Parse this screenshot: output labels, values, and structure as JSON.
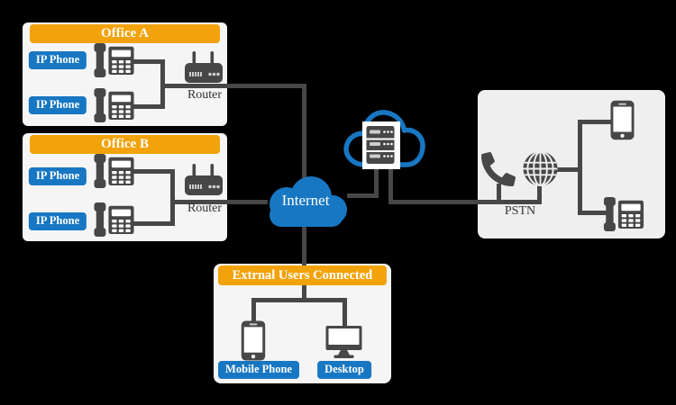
{
  "diagram": {
    "office_a": {
      "title": "Office A",
      "phone_labels": [
        "IP Phone",
        "IP Phone"
      ],
      "router_label": "Router"
    },
    "office_b": {
      "title": "Office B",
      "phone_labels": [
        "IP Phone",
        "IP Phone"
      ],
      "router_label": "Router"
    },
    "internet_label": "Internet",
    "pstn_label": "PSTN",
    "external": {
      "title": "Extrnal Users Connected",
      "device_labels": [
        "Mobile Phone",
        "Desktop"
      ]
    }
  },
  "colors": {
    "background": "#000000",
    "header_orange": "#F2A30B",
    "accent_blue": "#1877C2",
    "line_gray": "#474747",
    "icon_gray": "#474747",
    "panel_light": "#F5F5F5",
    "panel_alt": "#EFEFEF"
  }
}
